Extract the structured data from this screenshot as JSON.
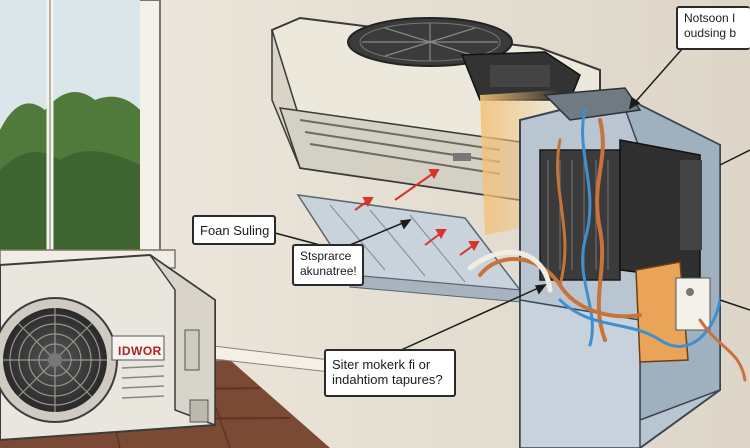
{
  "outdoor_unit": {
    "brand_label": "IDWOR"
  },
  "callouts": {
    "top_right": {
      "line1": "Notsoon I",
      "line2": "oudsing b"
    },
    "left": {
      "line1": "Foan Suling"
    },
    "middle": {
      "line1": "Stsprarce",
      "line2": "akunatree!"
    },
    "bottom": {
      "line1": "Siter mokerk fi or",
      "line2": "indahtiom tapures?"
    }
  },
  "colors": {
    "wall": "#e8e2d6",
    "floor": "#7a4a34",
    "casing": "#ece8dc",
    "frame_blue": "#b9c6d2",
    "copper": "#c8733a",
    "airflow_red": "#d8342c",
    "pipe_blue": "#3f8fd0"
  }
}
